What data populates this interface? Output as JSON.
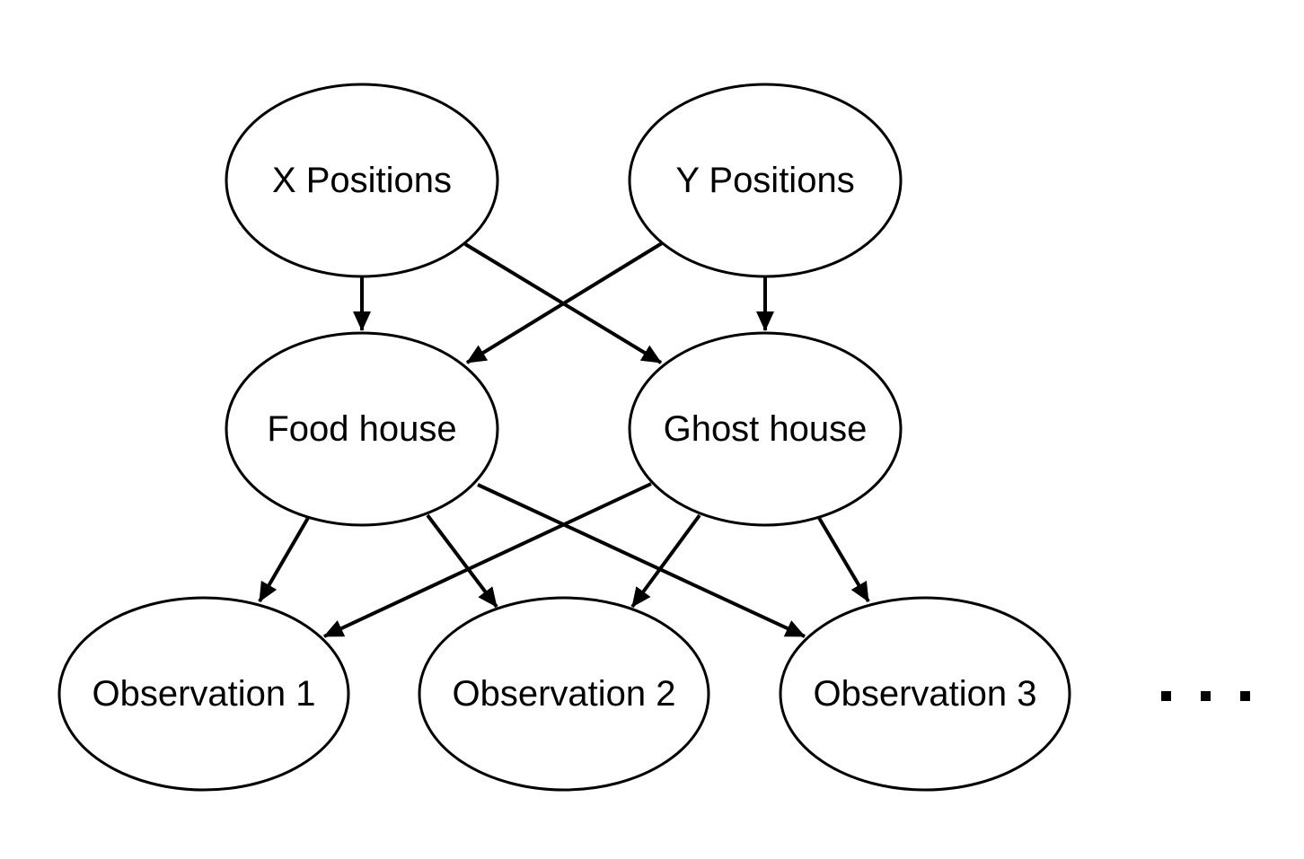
{
  "nodes": [
    {
      "id": "xpos",
      "label": "X Positions"
    },
    {
      "id": "ypos",
      "label": "Y Positions"
    },
    {
      "id": "food",
      "label": "Food house"
    },
    {
      "id": "ghost",
      "label": "Ghost house"
    },
    {
      "id": "obs1",
      "label": "Observation 1"
    },
    {
      "id": "obs2",
      "label": "Observation 2"
    },
    {
      "id": "obs3",
      "label": "Observation 3"
    }
  ],
  "edges": [
    {
      "from": "xpos",
      "to": "food"
    },
    {
      "from": "xpos",
      "to": "ghost"
    },
    {
      "from": "ypos",
      "to": "food"
    },
    {
      "from": "ypos",
      "to": "ghost"
    },
    {
      "from": "food",
      "to": "obs1"
    },
    {
      "from": "food",
      "to": "obs2"
    },
    {
      "from": "food",
      "to": "obs3"
    },
    {
      "from": "ghost",
      "to": "obs1"
    },
    {
      "from": "ghost",
      "to": "obs2"
    },
    {
      "from": "ghost",
      "to": "obs3"
    }
  ],
  "colors": {
    "stroke": "#000000",
    "background": "#ffffff"
  }
}
